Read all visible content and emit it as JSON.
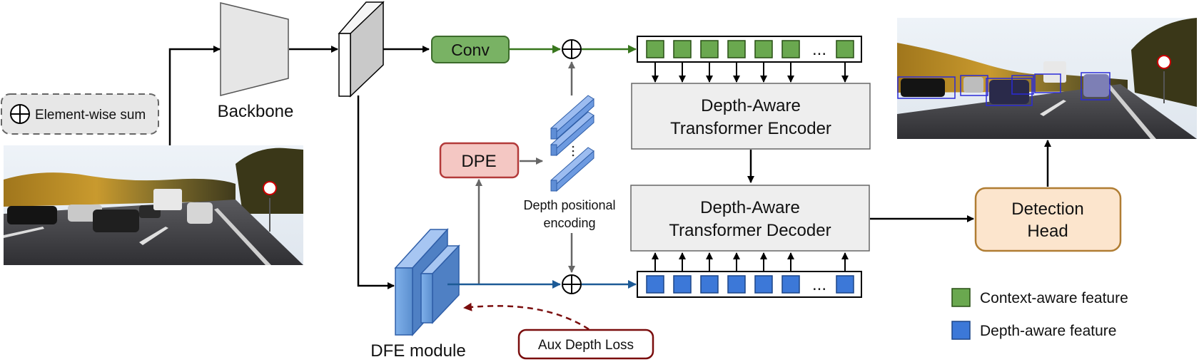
{
  "legend_sum": "Element-wise sum",
  "backbone": "Backbone",
  "conv": "Conv",
  "dpe": "DPE",
  "depth_pos_enc": [
    "Depth positional",
    "encoding"
  ],
  "encoder": [
    "Depth-Aware",
    "Transformer Encoder"
  ],
  "decoder": [
    "Depth-Aware",
    "Transformer Decoder"
  ],
  "detection_head": [
    "Detection",
    "Head"
  ],
  "dfe_module": "DFE module",
  "aux_loss": "Aux Depth Loss",
  "token_ellipsis": "...",
  "legend": {
    "context": "Context-aware feature",
    "depth": "Depth-aware feature"
  },
  "colors": {
    "green": "#6aa84f",
    "blue": "#3c78d8",
    "green_arrow": "#38761d",
    "blue_arrow": "#1c5a96",
    "red_arrow": "#7a0d0d",
    "dpe_fill": "#f4c7c3",
    "dpe_border": "#b33a3a",
    "head_fill": "#fce5cd",
    "head_border": "#b07d33",
    "transformer_fill": "#eeeeee"
  }
}
